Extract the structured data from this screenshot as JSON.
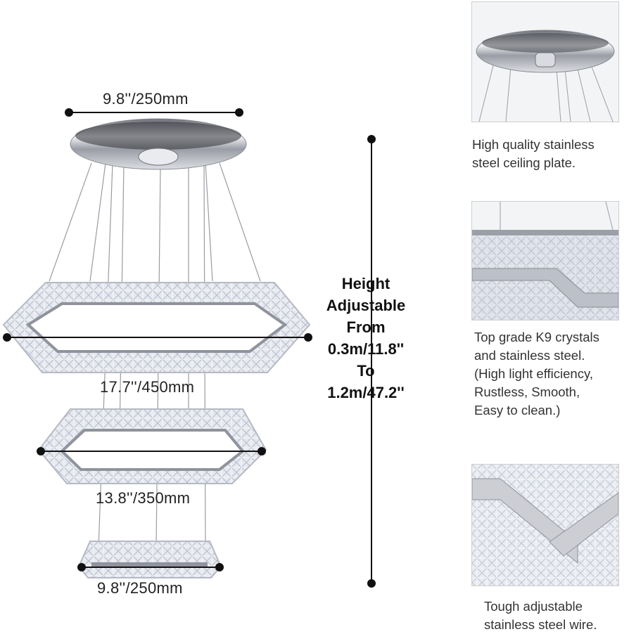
{
  "dimensions": {
    "ceiling_plate": "9.8''/250mm",
    "tier1": "17.7''/450mm",
    "tier2": "13.8''/350mm",
    "tier3": "9.8''/250mm"
  },
  "height_note": {
    "line1": "Height",
    "line2": "Adjustable",
    "line3": "From",
    "line4": "0.3m/11.8''",
    "line5": "To",
    "line6": "1.2m/47.2''"
  },
  "features": [
    {
      "lines": [
        "High quality stainless",
        "steel ceiling plate."
      ]
    },
    {
      "lines": [
        "Top grade K9 crystals",
        "and stainless steel.",
        "(High light efficiency,",
        "Rustless,  Smooth,",
        "Easy to clean.)"
      ]
    },
    {
      "lines": [
        "Tough adjustable",
        "stainless steel wire."
      ]
    }
  ],
  "colors": {
    "steel": "#c9ccd3",
    "crystal": "#dfe3ec",
    "dimension_line": "#111111"
  }
}
